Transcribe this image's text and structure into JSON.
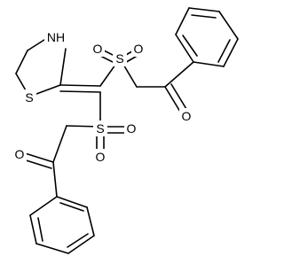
{
  "molecule": {
    "atom_labels": {
      "nh": "NH",
      "s_ring": "S",
      "o_sulfonyl_upper_left": "O",
      "s_sulfonyl_upper": "S",
      "o_sulfonyl_upper_right": "O",
      "o_carbonyl_upper": "O",
      "s_sulfonyl_lower": "S",
      "o_sulfonyl_lower_right": "O",
      "o_sulfonyl_lower_bottom": "O",
      "o_carbonyl_lower": "O"
    }
  }
}
